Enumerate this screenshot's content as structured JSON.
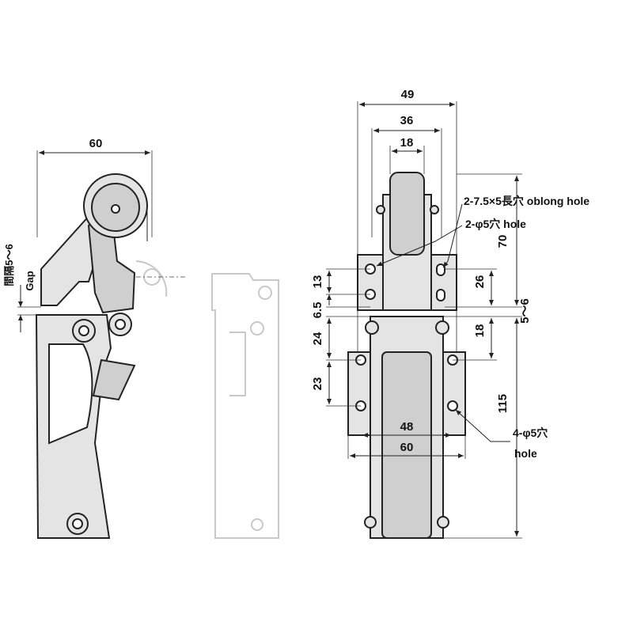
{
  "side_view": {
    "dim_width": "60",
    "gap_jp": "間隔5～6",
    "gap_en": "Gap"
  },
  "front_view": {
    "dim_49": "49",
    "dim_36": "36",
    "dim_18_top": "18",
    "dim_70": "70",
    "dim_26": "26",
    "dim_5_6": "5～6",
    "dim_18_right": "18",
    "dim_115": "115",
    "dim_13": "13",
    "dim_6_5": "6.5",
    "dim_24": "24",
    "dim_23": "23",
    "dim_48": "48",
    "dim_60": "60",
    "callout_oblong": "2-7.5×5長穴 oblong hole",
    "callout_hole_2": "2-φ5穴  hole",
    "callout_hole_4_line1": "4-φ5穴",
    "callout_hole_4_line2": "hole"
  }
}
